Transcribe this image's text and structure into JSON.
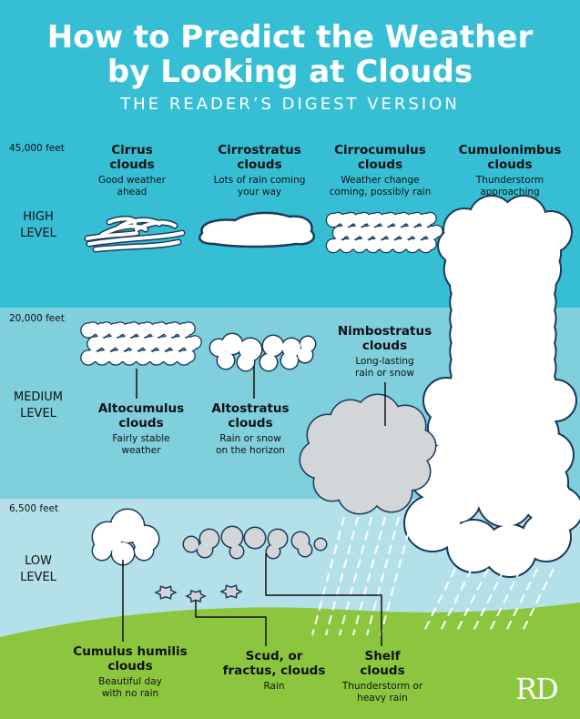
{
  "header": {
    "title_line1": "How to Predict the Weather",
    "title_line2": "by Looking at Clouds",
    "subtitle": "THE READER’S DIGEST VERSION"
  },
  "altitudes": {
    "a45": "45,000 feet",
    "a20": "20,000 feet",
    "a6": "6,500 feet"
  },
  "levels": {
    "high": "HIGH\nLEVEL",
    "medium": "MEDIUM\nLEVEL",
    "low": "LOW\nLEVEL"
  },
  "clouds": {
    "cirrus": {
      "name": "Cirrus\nclouds",
      "desc": "Good weather\nahead"
    },
    "cirrostratus": {
      "name": "Cirrostratus\nclouds",
      "desc": "Lots of rain coming\nyour way"
    },
    "cirrocumulus": {
      "name": "Cirrocumulus\nclouds",
      "desc": "Weather change\ncoming, possibly rain"
    },
    "cumulonimbus": {
      "name": "Cumulonimbus\nclouds",
      "desc": "Thunderstorm\napproaching"
    },
    "nimbostratus": {
      "name": "Nimbostratus\nclouds",
      "desc": "Long-lasting\nrain or snow"
    },
    "altocumulus": {
      "name": "Altocumulus\nclouds",
      "desc": "Fairly stable\nweather"
    },
    "altostratus": {
      "name": "Altostratus\nclouds",
      "desc": "Rain or snow\non the horizon"
    },
    "cumulus_humilis": {
      "name": "Cumulus humilis\nclouds",
      "desc": "Beautiful day\nwith no rain"
    },
    "scud": {
      "name": "Scud, or\nfractus, clouds",
      "desc": "Rain"
    },
    "shelf": {
      "name": "Shelf\nclouds",
      "desc": "Thunderstorm or\nheavy rain"
    }
  },
  "brand": {
    "logo": "RD"
  },
  "colors": {
    "high_band": "#36bfd4",
    "medium_band": "#7fcfdc",
    "low_band": "#b4e1e9",
    "grass": "#8cc63f",
    "cloud_white": "#ffffff",
    "cloud_gray": "#d3d6d9",
    "outline": "#1b3a5c"
  }
}
